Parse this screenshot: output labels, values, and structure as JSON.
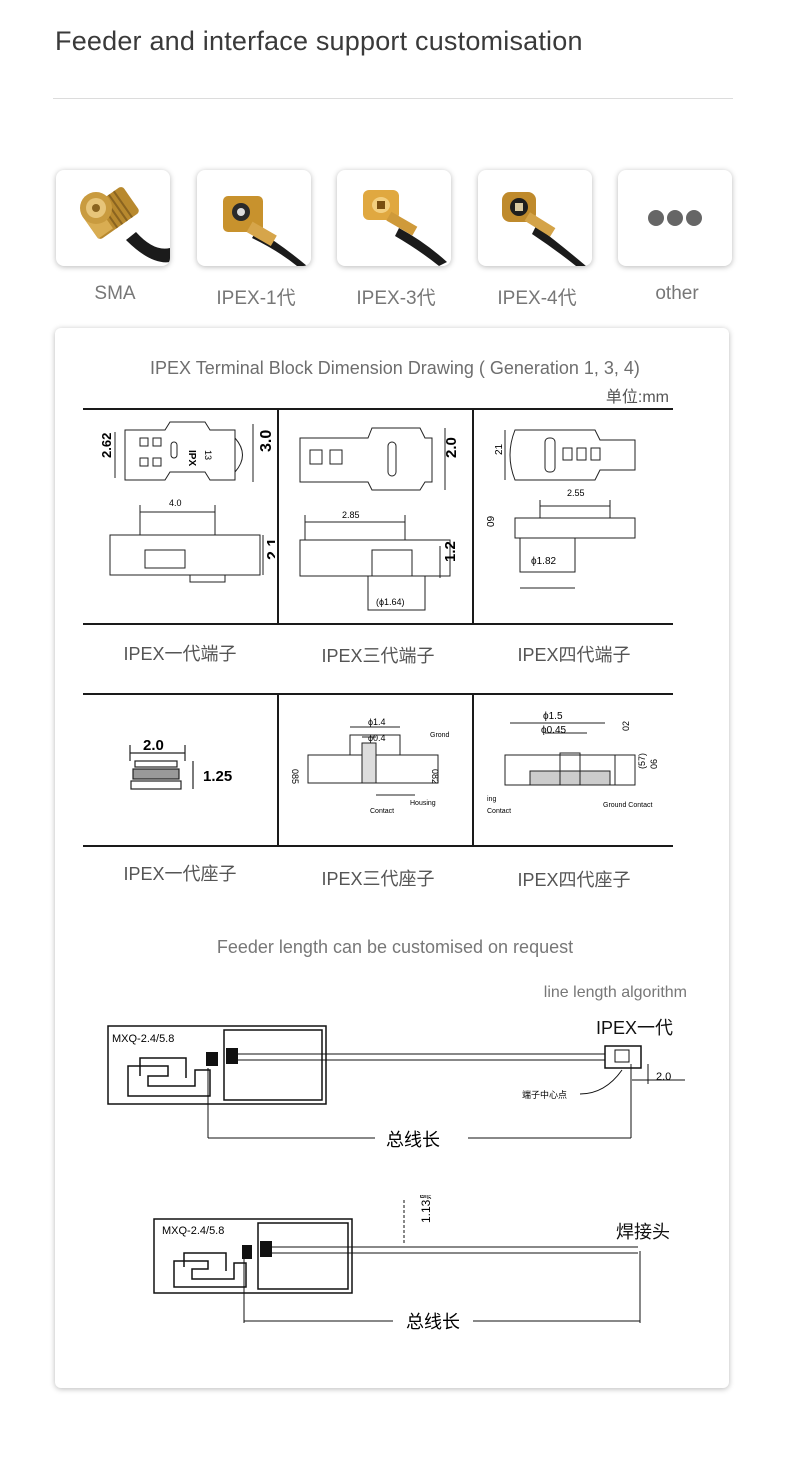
{
  "header": {
    "title": "Feeder and interface support customisation"
  },
  "connectors": [
    {
      "label": "SMA",
      "icon": "sma-connector-icon"
    },
    {
      "label": "IPEX-1代",
      "icon": "ipex1-connector-icon"
    },
    {
      "label": "IPEX-3代",
      "icon": "ipex3-connector-icon"
    },
    {
      "label": "IPEX-4代",
      "icon": "ipex4-connector-icon"
    },
    {
      "label": "other",
      "icon": "more-dots-icon"
    }
  ],
  "drawing": {
    "title": "IPEX Terminal Block Dimension Drawing ( Generation 1, 3, 4)",
    "unit": "单位:mm",
    "terminal_captions": [
      "IPEX一代端子",
      "IPEX三代端子",
      "IPEX四代端子"
    ],
    "socket_captions": [
      "IPEX一代座子",
      "IPEX三代座子",
      "IPEX四代座子"
    ],
    "dims": {
      "t1_a": "2.62",
      "t1_b": "3.0",
      "t1_c": "4.0",
      "t1_d": "2.1",
      "t1_mark": "IPX",
      "t1_num": "13",
      "t3_a": "2.0",
      "t3_b": "2.85",
      "t3_c": "1.2",
      "t3_d": "(ϕ1.64)",
      "t4_a": "21",
      "t4_b": "2.55",
      "t4_c": "09",
      "t4_d": "ϕ1.82",
      "s1_a": "2.0",
      "s1_b": "1.25",
      "s3_a": "ϕ1.4",
      "s3_b": "ϕ0.4",
      "s3_c": "085",
      "s3_d": "082",
      "s3_e": "Grond",
      "s3_f": "Housing",
      "s3_g": "Contact",
      "s4_a": "ϕ1.5",
      "s4_b": "ϕ0.45",
      "s4_c": "02",
      "s4_d": "(57)",
      "s4_e": "06",
      "s4_f": "Ground Contact",
      "s4_g": "Contact",
      "s4_h": "ing"
    }
  },
  "feeder": {
    "title": "Feeder length can be customised on request",
    "algorithm": "line length algorithm",
    "diagram1": {
      "model": "MXQ-2.4/5.8",
      "end_label": "IPEX一代",
      "center_label": "端子中心点",
      "dim": "2.0",
      "total": "总线长"
    },
    "diagram2": {
      "model": "MXQ-2.4/5.8",
      "end_label": "焊接头",
      "cable": "1.13黑",
      "total": "总线长"
    }
  }
}
